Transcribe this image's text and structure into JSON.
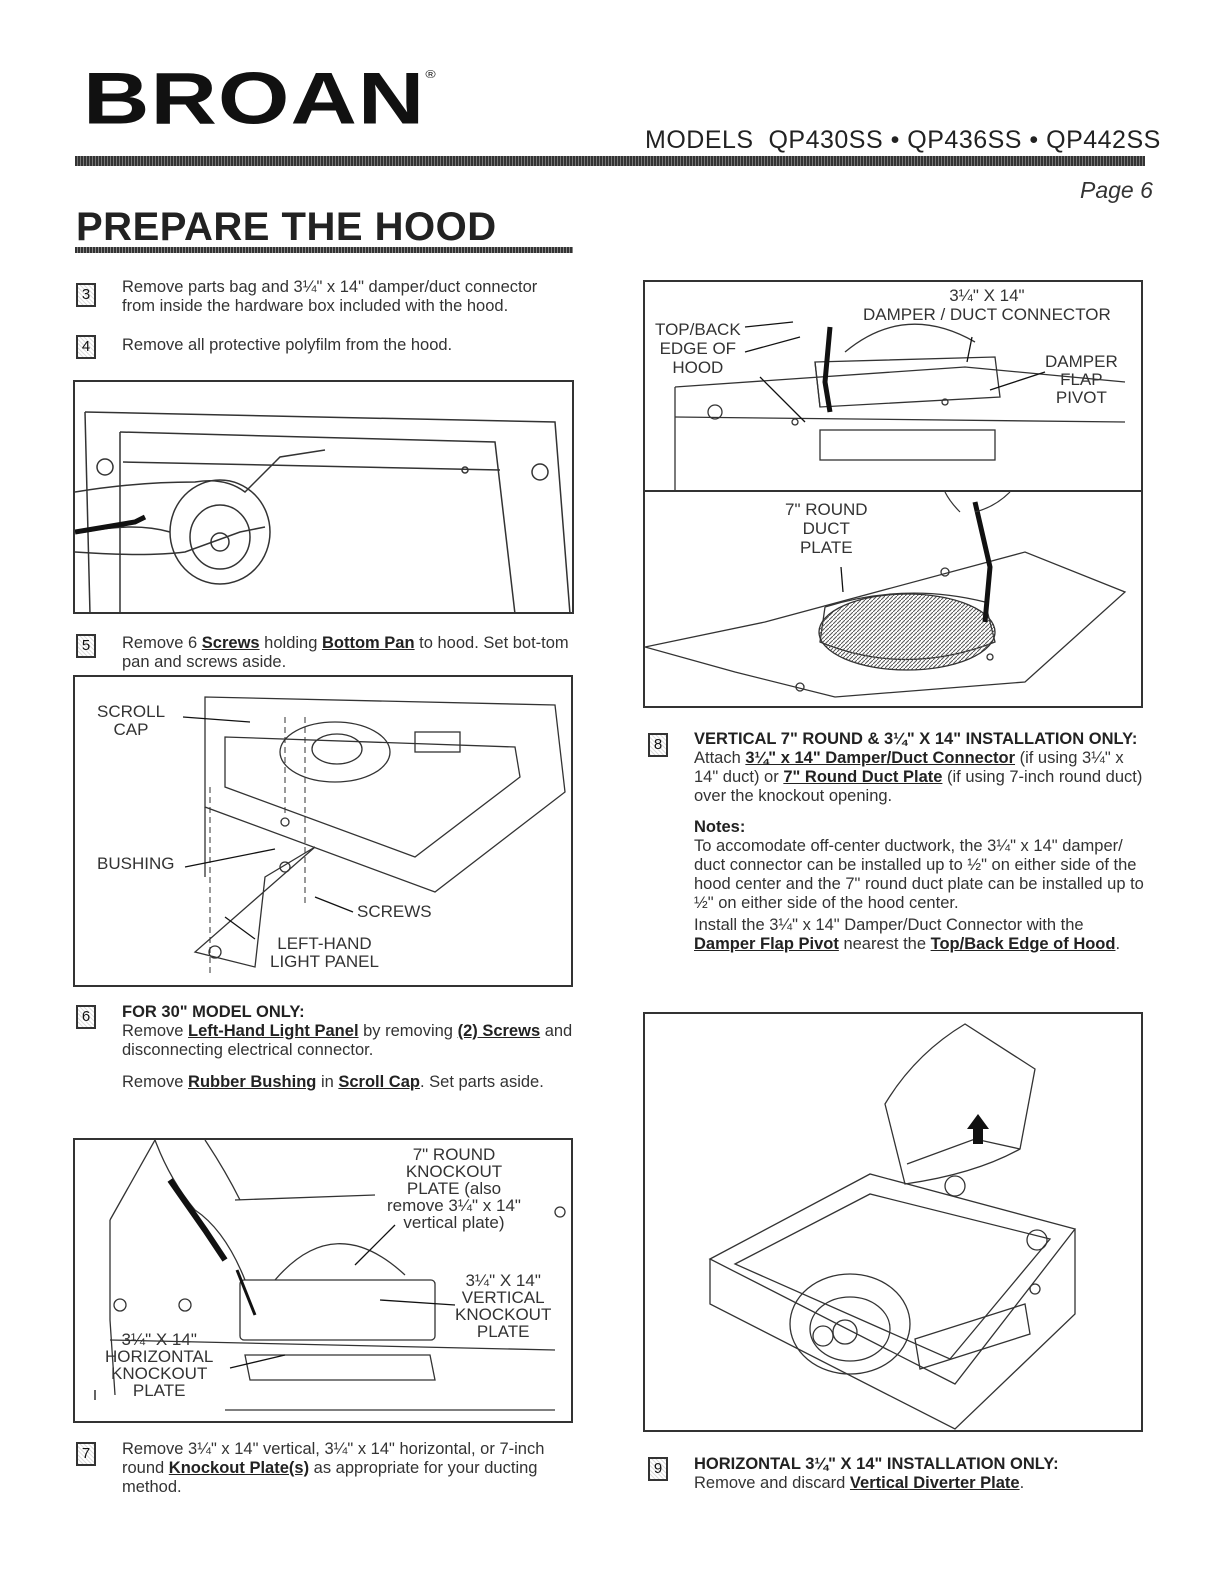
{
  "header": {
    "logo_text": "BROAN",
    "registered": "®",
    "models": "MODELS  QP430SS • QP436SS • QP442SS",
    "page": "Page 6"
  },
  "section_title": "PREPARE THE HOOD",
  "steps": {
    "s3": {
      "num": "3",
      "text": "Remove parts bag and 3¼\" x 14\" damper/duct connector from inside the hardware box included with the hood."
    },
    "s4": {
      "num": "4",
      "text": "Remove all protective polyfilm from the hood."
    },
    "s5": {
      "num": "5",
      "pre": "Remove 6 ",
      "screws": "Screws",
      "mid": " holding ",
      "pan": "Bottom Pan",
      "post": " to hood. Set bot-tom pan and screws aside."
    },
    "s6": {
      "num": "6",
      "heading": "FOR 30\" MODEL ONLY:",
      "l1_pre": "Remove ",
      "l1_u1": "Left-Hand Light Panel",
      "l1_mid": " by removing ",
      "l1_u2": "(2) Screws",
      "l1_post": " and disconnecting electrical connector.",
      "l2_pre": "Remove ",
      "l2_u1": "Rubber Bushing",
      "l2_mid": " in ",
      "l2_u2": "Scroll Cap",
      "l2_post": ". Set parts aside."
    },
    "s7": {
      "num": "7",
      "pre": "Remove 3¼\" x 14\" vertical, 3¼\" x 14\" horizontal, or 7-inch round ",
      "u": "Knockout Plate(s)",
      "post": " as appropriate for your ducting method."
    },
    "s8": {
      "num": "8",
      "heading": "VERTICAL 7\" ROUND & 3¼\" X 14\" INSTALLATION ONLY:",
      "l1_pre": "Attach ",
      "l1_u1": "3¼\" x 14\" Damper/Duct Connector",
      "l1_mid": " (if using 3¼\" x 14\" duct) or ",
      "l1_u2": "7\" Round Duct Plate",
      "l1_post": " (if using 7-inch round duct) over the knockout opening.",
      "notes_heading": "Notes:",
      "note1": "To accomodate off-center ductwork, the 3¼\" x 14\" damper/ duct connector can be installed up to ½\" on either side of the hood center and the 7\" round duct plate can be installed up to ½\" on either side of the hood center.",
      "note2_pre": "Install the 3¼\" x 14\" Damper/Duct Connector with the ",
      "note2_u1": "Damper Flap Pivot",
      "note2_mid": " nearest the ",
      "note2_u2": "Top/Back Edge of Hood",
      "note2_post": "."
    },
    "s9": {
      "num": "9",
      "heading": "HORIZONTAL 3¼\" X 14\" INSTALLATION ONLY:",
      "pre": "Remove and discard ",
      "u": "Vertical Diverter Plate",
      "post": "."
    }
  },
  "figures": {
    "fig5": {
      "scroll_cap": "SCROLL\nCAP",
      "bushing": "BUSHING",
      "screws": "SCREWS",
      "light_panel": "LEFT-HAND\nLIGHT PANEL"
    },
    "fig7": {
      "round": "7\" ROUND\nKNOCKOUT\nPLATE (also\nremove 3¼\" x 14\"\nvertical plate)",
      "vertical": "3¼\" X 14\"\nVERTICAL\nKNOCKOUT\nPLATE",
      "horizontal": "3¼\" X 14\"\nHORIZONTAL\nKNOCKOUT\nPLATE"
    },
    "fig8a": {
      "connector": "3¼\" X 14\"\nDAMPER / DUCT CONNECTOR",
      "edge": "TOP/BACK\nEDGE OF\nHOOD",
      "pivot": "DAMPER\nFLAP\nPIVOT"
    },
    "fig8b": {
      "plate": "7\" ROUND\nDUCT\nPLATE"
    }
  }
}
